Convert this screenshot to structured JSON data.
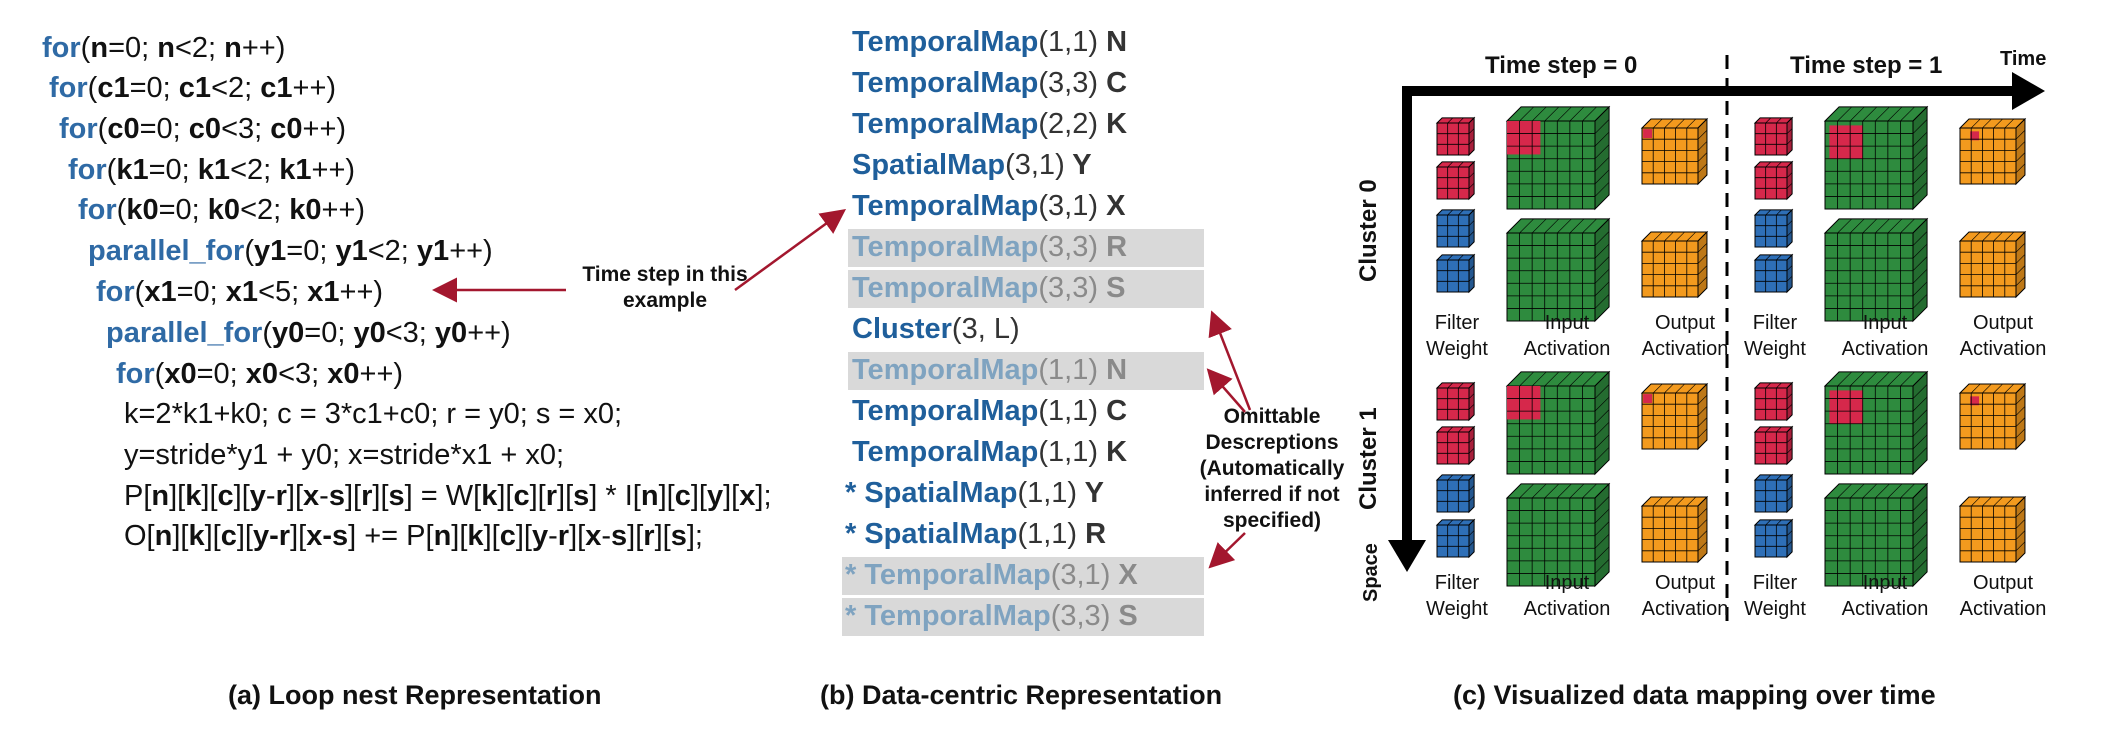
{
  "loop_nest": {
    "lines": [
      {
        "indent": 0,
        "parts": [
          [
            "kw",
            "for"
          ],
          [
            "t",
            "("
          ],
          [
            "b",
            "n"
          ],
          [
            "t",
            "=0; "
          ],
          [
            "b",
            "n"
          ],
          [
            "t",
            "<2; "
          ],
          [
            "b",
            "n"
          ],
          [
            "t",
            "++)"
          ]
        ]
      },
      {
        "indent": 1,
        "parts": [
          [
            "kw",
            "for"
          ],
          [
            "t",
            "("
          ],
          [
            "b",
            "c1"
          ],
          [
            "t",
            "=0; "
          ],
          [
            "b",
            "c1"
          ],
          [
            "t",
            "<2; "
          ],
          [
            "b",
            "c1"
          ],
          [
            "t",
            "++)"
          ]
        ]
      },
      {
        "indent": 2,
        "parts": [
          [
            "kw",
            "for"
          ],
          [
            "t",
            "("
          ],
          [
            "b",
            "c0"
          ],
          [
            "t",
            "=0; "
          ],
          [
            "b",
            "c0"
          ],
          [
            "t",
            "<3; "
          ],
          [
            "b",
            "c0"
          ],
          [
            "t",
            "++)"
          ]
        ]
      },
      {
        "indent": 3,
        "parts": [
          [
            "kw",
            "for"
          ],
          [
            "t",
            "("
          ],
          [
            "b",
            "k1"
          ],
          [
            "t",
            "=0; "
          ],
          [
            "b",
            "k1"
          ],
          [
            "t",
            "<2; "
          ],
          [
            "b",
            "k1"
          ],
          [
            "t",
            "++)"
          ]
        ]
      },
      {
        "indent": 4,
        "parts": [
          [
            "kw",
            "for"
          ],
          [
            "t",
            "("
          ],
          [
            "b",
            "k0"
          ],
          [
            "t",
            "=0; "
          ],
          [
            "b",
            "k0"
          ],
          [
            "t",
            "<2; "
          ],
          [
            "b",
            "k0"
          ],
          [
            "t",
            "++)"
          ]
        ]
      },
      {
        "indent": 5,
        "parts": [
          [
            "kw",
            "parallel_for"
          ],
          [
            "t",
            "("
          ],
          [
            "b",
            "y1"
          ],
          [
            "t",
            "=0; "
          ],
          [
            "b",
            "y1"
          ],
          [
            "t",
            "<2; "
          ],
          [
            "b",
            "y1"
          ],
          [
            "t",
            "++)"
          ]
        ]
      },
      {
        "indent": 6,
        "parts": [
          [
            "kw",
            "for"
          ],
          [
            "t",
            "("
          ],
          [
            "b",
            "x1"
          ],
          [
            "t",
            "=0; "
          ],
          [
            "b",
            "x1"
          ],
          [
            "t",
            "<5; "
          ],
          [
            "b",
            "x1"
          ],
          [
            "t",
            "++)"
          ]
        ]
      },
      {
        "indent": 7,
        "parts": [
          [
            "kw",
            "parallel_for"
          ],
          [
            "t",
            "("
          ],
          [
            "b",
            "y0"
          ],
          [
            "t",
            "=0; "
          ],
          [
            "b",
            "y0"
          ],
          [
            "t",
            "<3; "
          ],
          [
            "b",
            "y0"
          ],
          [
            "t",
            "++)"
          ]
        ]
      },
      {
        "indent": 8,
        "parts": [
          [
            "kw",
            "for"
          ],
          [
            "t",
            "("
          ],
          [
            "b",
            "x0"
          ],
          [
            "t",
            "=0; "
          ],
          [
            "b",
            "x0"
          ],
          [
            "t",
            "<3; "
          ],
          [
            "b",
            "x0"
          ],
          [
            "t",
            "++)"
          ]
        ]
      },
      {
        "indent": 9,
        "parts": [
          [
            "t",
            "k=2*k1+k0; c = 3*c1+c0; r = y0; s = x0;"
          ]
        ]
      },
      {
        "indent": 9,
        "parts": [
          [
            "t",
            "y=stride*y1 + y0; x=stride*x1 + x0;"
          ]
        ]
      },
      {
        "indent": 9,
        "parts": [
          [
            "t",
            "P["
          ],
          [
            "b",
            "n"
          ],
          [
            "t",
            "]["
          ],
          [
            "b",
            "k"
          ],
          [
            "t",
            "]["
          ],
          [
            "b",
            "c"
          ],
          [
            "t",
            "]["
          ],
          [
            "b",
            "y"
          ],
          [
            "t",
            "-"
          ],
          [
            "b",
            "r"
          ],
          [
            "t",
            "]["
          ],
          [
            "b",
            "x"
          ],
          [
            "t",
            "-"
          ],
          [
            "b",
            "s"
          ],
          [
            "t",
            "]["
          ],
          [
            "b",
            "r"
          ],
          [
            "t",
            "]["
          ],
          [
            "b",
            "s"
          ],
          [
            "t",
            "] = W["
          ],
          [
            "b",
            "k"
          ],
          [
            "t",
            "]["
          ],
          [
            "b",
            "c"
          ],
          [
            "t",
            "]["
          ],
          [
            "b",
            "r"
          ],
          [
            "t",
            "]["
          ],
          [
            "b",
            "s"
          ],
          [
            "t",
            "] * I["
          ],
          [
            "b",
            "n"
          ],
          [
            "t",
            "]["
          ],
          [
            "b",
            "c"
          ],
          [
            "t",
            "]["
          ],
          [
            "b",
            "y"
          ],
          [
            "t",
            "]["
          ],
          [
            "b",
            "x"
          ],
          [
            "t",
            "];"
          ]
        ]
      },
      {
        "indent": 9,
        "parts": [
          [
            "t",
            "O["
          ],
          [
            "b",
            "n"
          ],
          [
            "t",
            "]["
          ],
          [
            "b",
            "k"
          ],
          [
            "t",
            "]["
          ],
          [
            "b",
            "c"
          ],
          [
            "t",
            "]["
          ],
          [
            "b",
            "y-r"
          ],
          [
            "t",
            "]["
          ],
          [
            "b",
            "x-s"
          ],
          [
            "t",
            "] += P["
          ],
          [
            "b",
            "n"
          ],
          [
            "t",
            "]["
          ],
          [
            "b",
            "k"
          ],
          [
            "t",
            "]["
          ],
          [
            "b",
            "c"
          ],
          [
            "t",
            "]["
          ],
          [
            "b",
            "y"
          ],
          [
            "t",
            "-"
          ],
          [
            "b",
            "r"
          ],
          [
            "t",
            "]["
          ],
          [
            "b",
            "x"
          ],
          [
            "t",
            "-"
          ],
          [
            "b",
            "s"
          ],
          [
            "t",
            "]["
          ],
          [
            "b",
            "r"
          ],
          [
            "t",
            "]["
          ],
          [
            "b",
            "s"
          ],
          [
            "t",
            "];"
          ]
        ]
      }
    ],
    "annotation": "Time step in this example",
    "caption": "(a) Loop nest Representation"
  },
  "data_centric": {
    "entries": [
      {
        "prefix": "",
        "name": "TemporalMap",
        "args": "(1,1)",
        "dim": "N",
        "omittable": false
      },
      {
        "prefix": "",
        "name": "TemporalMap",
        "args": "(3,3)",
        "dim": "C",
        "omittable": false
      },
      {
        "prefix": "",
        "name": "TemporalMap",
        "args": "(2,2)",
        "dim": "K",
        "omittable": false
      },
      {
        "prefix": "",
        "name": "SpatialMap",
        "args": "(3,1)",
        "dim": "Y",
        "omittable": false
      },
      {
        "prefix": "",
        "name": "TemporalMap",
        "args": "(3,1)",
        "dim": "X",
        "omittable": false
      },
      {
        "prefix": "",
        "name": "TemporalMap",
        "args": "(3,3)",
        "dim": "R",
        "omittable": true
      },
      {
        "prefix": "",
        "name": "TemporalMap",
        "args": "(3,3)",
        "dim": "S",
        "omittable": true
      },
      {
        "prefix": "",
        "name": "Cluster",
        "args": "(3, L)",
        "dim": "",
        "omittable": false
      },
      {
        "prefix": "",
        "name": "TemporalMap",
        "args": "(1,1)",
        "dim": "N",
        "omittable": true
      },
      {
        "prefix": "",
        "name": "TemporalMap",
        "args": "(1,1)",
        "dim": "C",
        "omittable": false
      },
      {
        "prefix": "",
        "name": "TemporalMap",
        "args": "(1,1)",
        "dim": "K",
        "omittable": false
      },
      {
        "prefix": "* ",
        "name": "SpatialMap",
        "args": "(1,1)",
        "dim": "Y",
        "omittable": false
      },
      {
        "prefix": "* ",
        "name": "SpatialMap",
        "args": "(1,1)",
        "dim": "R",
        "omittable": false
      },
      {
        "prefix": "* ",
        "name": "TemporalMap",
        "args": "(3,1)",
        "dim": "X",
        "omittable": true
      },
      {
        "prefix": "* ",
        "name": "TemporalMap",
        "args": "(3,3)",
        "dim": "S",
        "omittable": true
      }
    ],
    "annotation": "Omittable Descreptions (Automatically inferred if not specified)",
    "caption": "(b) Data-centric Representation"
  },
  "visualization": {
    "time_axis": "Time",
    "space_axis": "Space",
    "time_steps": [
      "Time step = 0",
      "Time step = 1"
    ],
    "clusters": [
      "Cluster 0",
      "Cluster 1"
    ],
    "tensor_labels": [
      "Filter Weight",
      "Input Activation",
      "Output Activation"
    ],
    "colors": {
      "filter": "#2e6fb7",
      "highlight": "#d6284b",
      "input": "#2e8b3e",
      "output": "#f39a1e",
      "arrow_red": "#a3172e"
    },
    "caption": "(c) Visualized data mapping over time"
  }
}
